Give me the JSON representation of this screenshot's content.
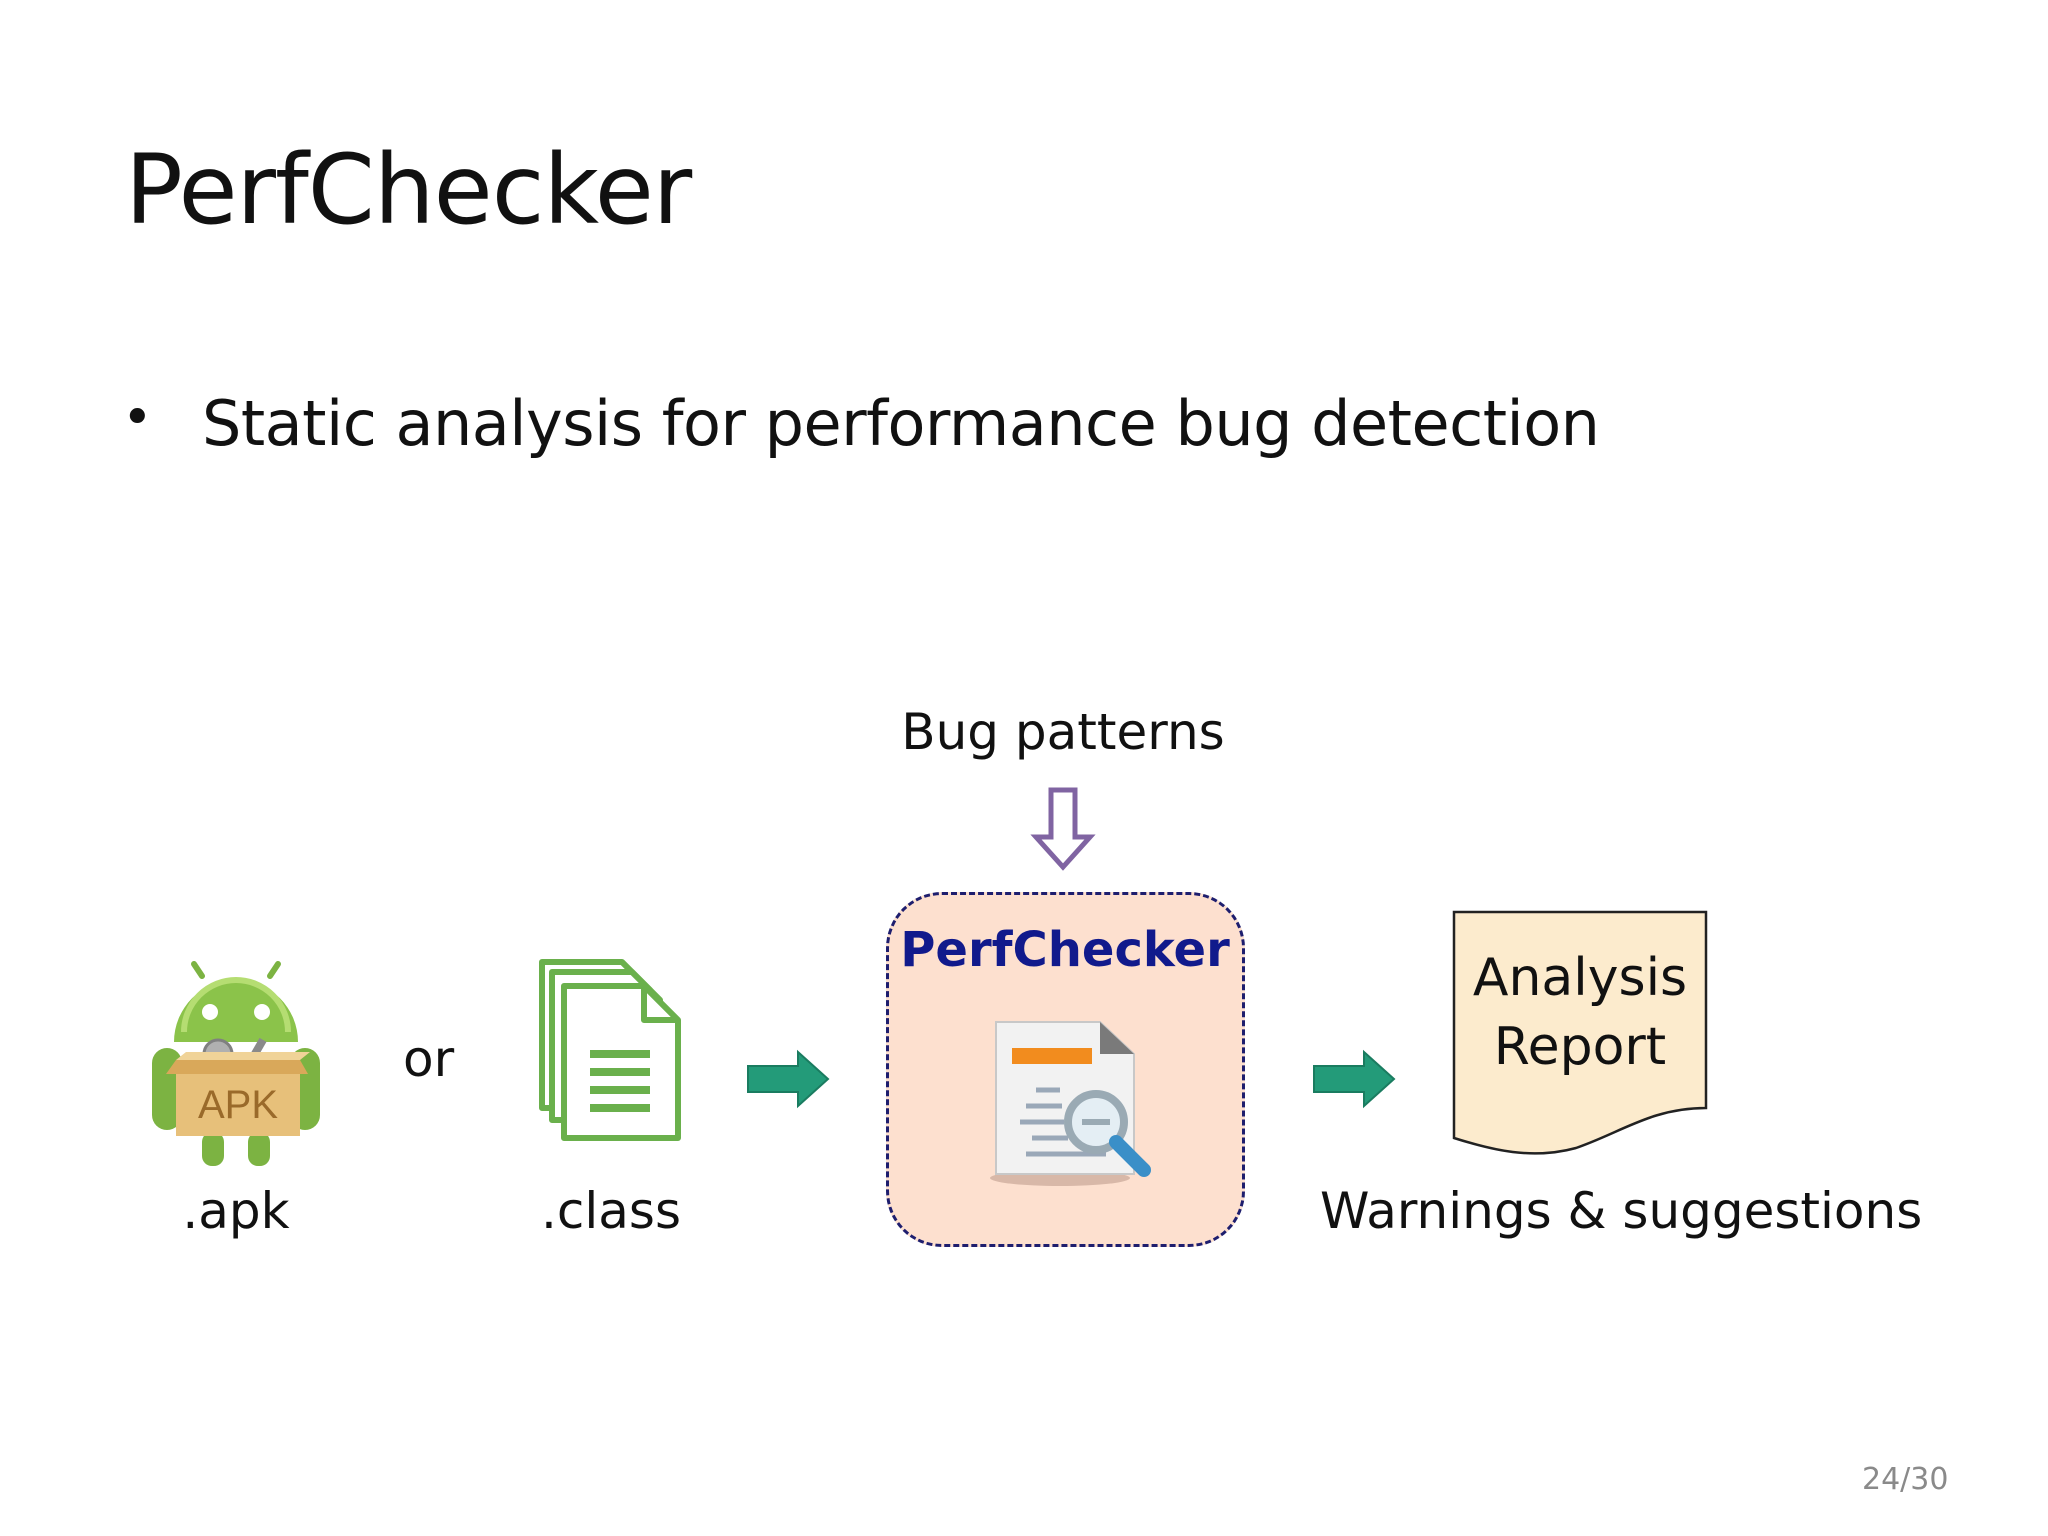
{
  "slide": {
    "title": "PerfChecker",
    "bullet": "Static analysis for performance bug detection",
    "page_number": "24/30"
  },
  "diagram": {
    "bug_patterns_label": "Bug patterns",
    "connector_label": "or",
    "inputs": [
      {
        "label": ".apk",
        "icon": "android-apk-box-icon",
        "badge": "APK"
      },
      {
        "label": ".class",
        "icon": "document-stack-icon"
      }
    ],
    "processor": {
      "title": "PerfChecker",
      "icon": "document-magnifier-icon"
    },
    "output": {
      "report_lines": [
        "Analysis",
        "Report"
      ],
      "caption": "Warnings & suggestions"
    },
    "colors": {
      "arrow_green": "#239b79",
      "arrow_purple": "#8064a2",
      "processor_fill": "#fde0cf",
      "processor_border": "#1e1e6e",
      "processor_title": "#111a8c",
      "report_fill": "#fcebcd",
      "android_green": "#8bc34a",
      "document_green": "#6ab04c"
    }
  }
}
